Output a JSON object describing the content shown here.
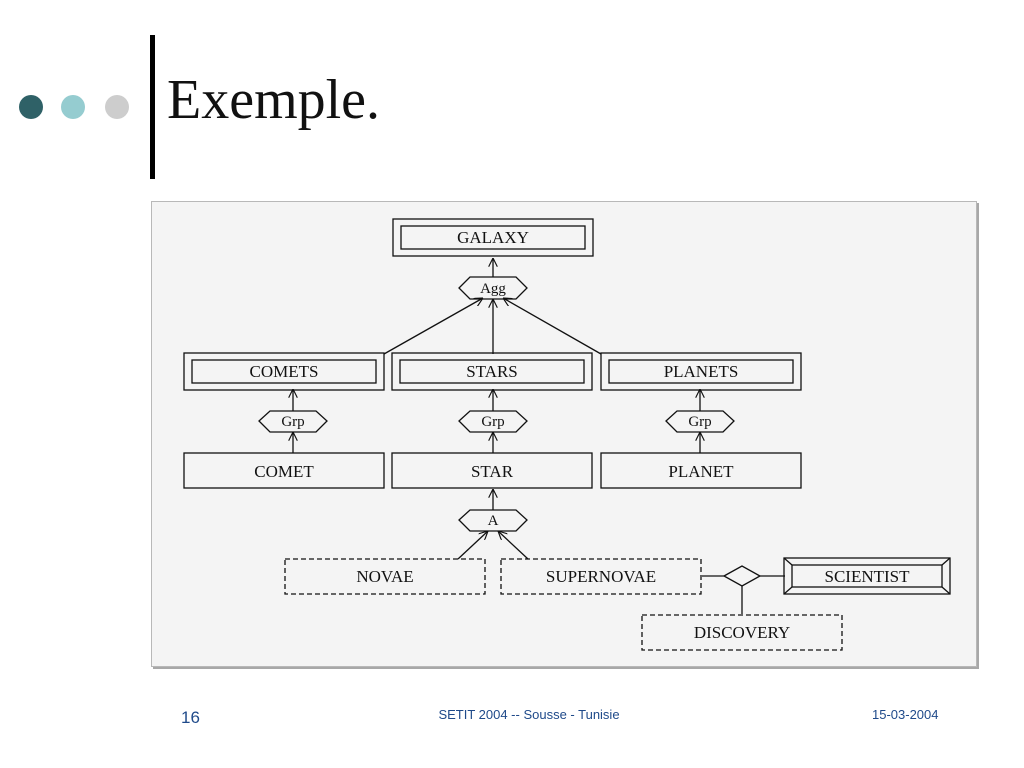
{
  "slide": {
    "title": "Exemple.",
    "page_number": "16",
    "footer_center": "SETIT 2004 -- Sousse - Tunisie",
    "footer_date": "15-03-2004"
  },
  "colors": {
    "dot_dark": "#2f6167",
    "dot_light": "#95ccd0",
    "dot_gray": "#cdcdcd",
    "footer_text": "#1f4a8a",
    "figure_bg": "#f4f4f4"
  },
  "diagram": {
    "entities": {
      "galaxy": "GALAXY",
      "comets": "COMETS",
      "stars": "STARS",
      "planets": "PLANETS",
      "comet": "COMET",
      "star": "STAR",
      "planet": "PLANET",
      "novae": "NOVAE",
      "supernovae": "SUPERNOVAE",
      "scientist": "SCIENTIST",
      "discovery": "DISCOVERY"
    },
    "constructors": {
      "agg": "Agg",
      "grp_comets": "Grp",
      "grp_stars": "Grp",
      "grp_planets": "Grp",
      "a": "A"
    }
  }
}
